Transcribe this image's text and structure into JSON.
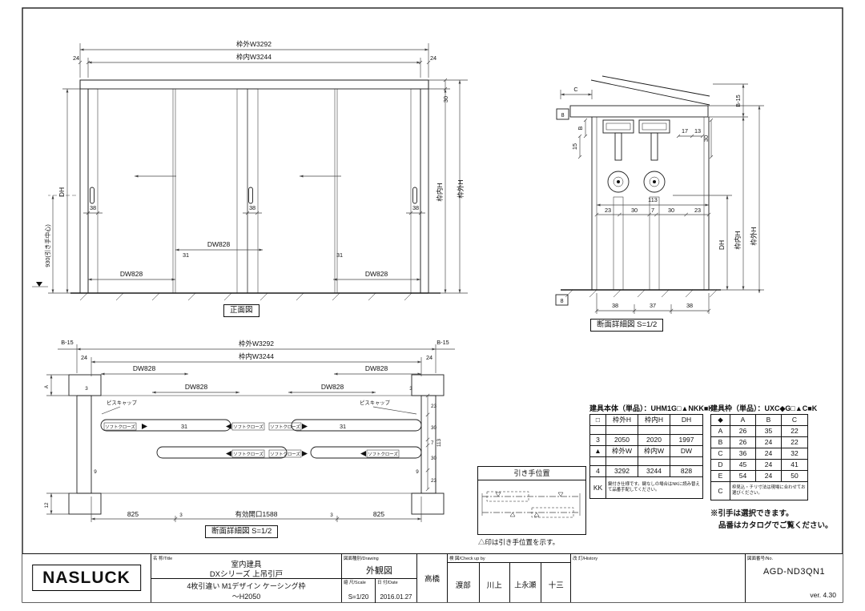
{
  "front": {
    "caption": "正面図",
    "outer_w": "枠外W3292",
    "inner_w": "枠内W3244",
    "m24l": "24",
    "m24r": "24",
    "m30": "30",
    "inner_h": "枠内H",
    "outer_h": "枠外H",
    "dh": "DH",
    "handle_center": "930(引き手中心)",
    "m38a": "38",
    "m38b": "38",
    "m38c": "38",
    "dw1": "DW828",
    "dw2": "DW828",
    "dw3": "DW828",
    "m31a": "31",
    "m31b": "31"
  },
  "section": {
    "caption": "断面詳細図 S=1/2",
    "mc": "C",
    "m8t": "8",
    "mb": "B",
    "m15": "15",
    "m17": "17",
    "m13": "13",
    "m30": "30",
    "b15": "B-15",
    "m113": "113",
    "chain": [
      "23",
      "30",
      "7",
      "30",
      "23"
    ],
    "dh": "DH",
    "inner_h": "枠内H",
    "outer_h": "枠外H",
    "bottom": [
      "38",
      "37",
      "38"
    ],
    "m8b": "8"
  },
  "plan": {
    "caption": "断面詳細図 S=1/2",
    "outer_w": "枠外W3292",
    "inner_w": "枠内W3244",
    "m24l": "24",
    "m24r": "24",
    "b15l": "B-15",
    "b15r": "B-15",
    "dw1": "DW828",
    "dw2": "DW828",
    "dw3": "DW828",
    "dw4": "DW828",
    "m3l": "3",
    "m3r": "3",
    "cap_l": "ピスキャップ",
    "cap_r": "ピスキャップ",
    "m31a": "31",
    "m31b": "31",
    "soft": "ソフトクローズ",
    "chain": [
      "23",
      "30",
      "7",
      "30",
      "23"
    ],
    "m113": "113",
    "m9l": "9",
    "m9r": "9",
    "m12": "12",
    "ma": "A",
    "b825l": "825",
    "b825r": "825",
    "b3l": "3",
    "b3r": "3",
    "opening": "有効開口1588"
  },
  "handle": {
    "title": "引き手位置",
    "note": "△印は引き手位置を示す。"
  },
  "tables": {
    "body": {
      "title": "建具本体（単品）：UHM1G□▲NKK■K",
      "rows": [
        [
          "□",
          "枠外H",
          "枠内H",
          "DH"
        ],
        [
          "",
          "",
          "",
          ""
        ],
        [
          "3",
          "2050",
          "2020",
          "1997"
        ],
        [
          "▲",
          "枠外W",
          "枠内W",
          "DW"
        ],
        [
          "",
          "",
          "",
          ""
        ],
        [
          "4",
          "3292",
          "3244",
          "828"
        ]
      ],
      "note_label": "KK",
      "note": "鍵付き仕様です。鍵なしの場合はNKに読み替えて品番手配してください。"
    },
    "frame": {
      "title": "建具枠（単品）：UXC◆G□▲C■K",
      "header": [
        "◆",
        "A",
        "B",
        "C"
      ],
      "rows": [
        [
          "A",
          "26",
          "35",
          "22"
        ],
        [
          "B",
          "26",
          "24",
          "22"
        ],
        [
          "C",
          "36",
          "24",
          "32"
        ],
        [
          "D",
          "45",
          "24",
          "41"
        ],
        [
          "E",
          "54",
          "24",
          "50"
        ]
      ],
      "note_label": "C",
      "note": "枠見込・チリ寸法は現場に合わせてお選びください。"
    },
    "remark1": "※引手は選択できます。",
    "remark2": "品番はカタログでご覧ください。"
  },
  "titleblock": {
    "logo": "NASLUCK",
    "lbl_title": "名 称/Title",
    "lbl_drawing": "図面種別/Drawing",
    "lbl_scale": "縮 尺/Scale",
    "lbl_date": "日 付/Date",
    "lbl_check": "検 図/Check up by",
    "lbl_history": "改 訂/History",
    "lbl_no": "図面番号/No.",
    "title1": "室内建具",
    "title2": "DXシリーズ 上吊引戸",
    "title3": "4枚引違い M1デザイン ケーシング枠",
    "title4": "～H2050",
    "type": "外観図",
    "scale": "S=1/20",
    "date": "2016.01.27",
    "author": "高橋",
    "checkers": [
      "渡部",
      "川上",
      "上永瀬",
      "十三"
    ],
    "number": "AGD-ND3QN1",
    "version": "ver. 4.30"
  }
}
